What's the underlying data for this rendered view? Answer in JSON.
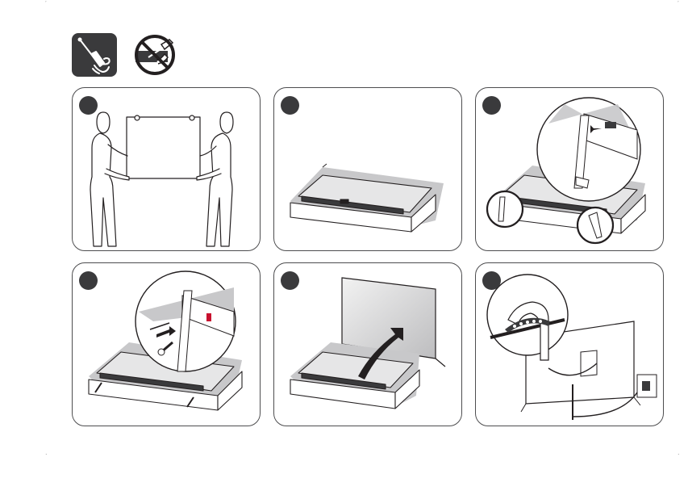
{
  "header_icons": [
    {
      "name": "screwdriver-icon"
    },
    {
      "name": "no-sharp-tool-icon"
    }
  ],
  "steps": [
    {
      "number": "",
      "scene": "two-people-lifting-tv"
    },
    {
      "number": "",
      "scene": "tv-face-down-on-padding"
    },
    {
      "number": "",
      "scene": "insert-stand-detail"
    },
    {
      "number": "",
      "scene": "fasten-screw-detail"
    },
    {
      "number": "",
      "scene": "stand-tv-upright"
    },
    {
      "number": "",
      "scene": "cable-management-and-plug"
    }
  ],
  "colors": {
    "outline": "#4d4d4f",
    "dark_fill": "#3a3a3c",
    "padding_gray": "#c8c8ca",
    "accent_red": "#c8102e"
  }
}
